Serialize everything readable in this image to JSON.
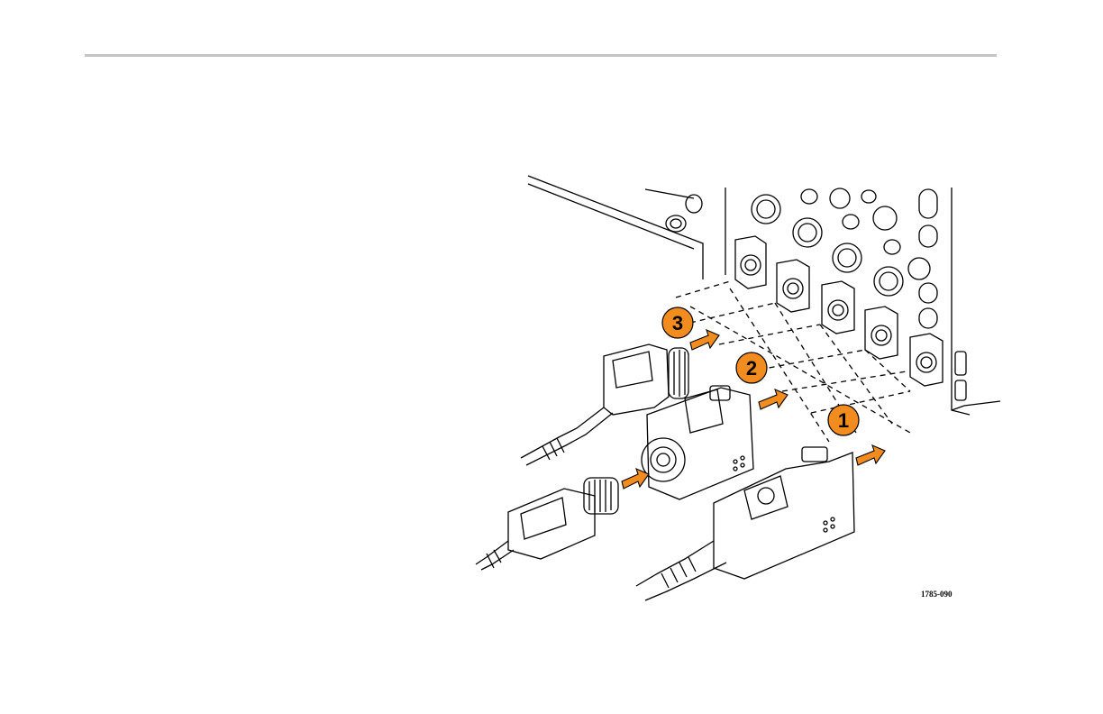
{
  "figure": {
    "figure_id": "1785-090",
    "steps": [
      {
        "label": "1"
      },
      {
        "label": "2"
      },
      {
        "label": "3"
      }
    ],
    "colors": {
      "accent": "#f28c1e",
      "line": "#000000",
      "rule": "#c4c4c4"
    },
    "icons": [
      "step-badge",
      "insert-arrow-icon",
      "bnc-connector",
      "probe",
      "oscilloscope-panel"
    ]
  }
}
